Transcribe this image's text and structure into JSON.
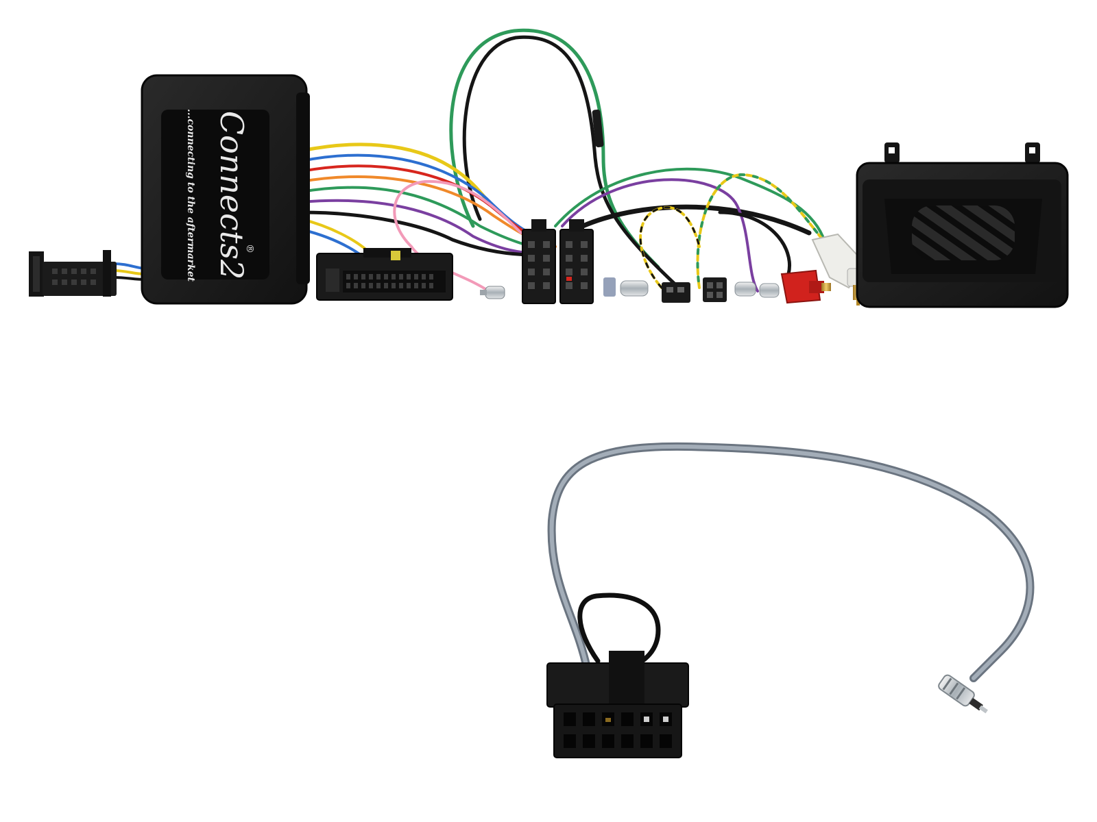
{
  "image": {
    "kind": "product-photo",
    "background": "#ffffff"
  },
  "interface_box": {
    "logo": {
      "brand_name": "Connects2",
      "tagline": "...connecting to the aftermarket",
      "registered_mark": "®"
    }
  },
  "colors": {
    "housing": "#1c1c1c",
    "housing_edge": "#0a0a0a",
    "wire_green": "#2e9a5a",
    "wire_black": "#151515",
    "wire_yellow": "#e8c818",
    "wire_purple": "#7a3fa0",
    "wire_pink": "#f29ab8",
    "wire_red": "#d7261e",
    "wire_orange": "#f0892a",
    "wire_blue": "#2d6fd0",
    "wire_grey": "#8e99a6",
    "rca_red": "#d1221d",
    "rca_white": "#eeeeea",
    "gold_pin": "#c99a2e"
  },
  "icons": [
    "interface-box-icon",
    "speaker-box-icon",
    "rca-plug-icon",
    "iso-connector-icon",
    "antenna-connector-icon"
  ]
}
